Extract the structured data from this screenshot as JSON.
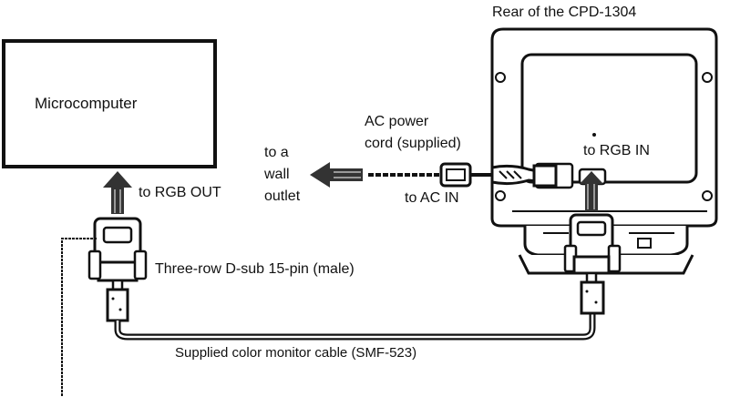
{
  "diagram": {
    "title": "Rear of the CPD-1304",
    "computer_label": "Microcomputer",
    "wall_outlet_lines": [
      "to a",
      "wall",
      "outlet"
    ],
    "power_cord_lines": [
      "AC power",
      "cord (supplied)"
    ],
    "to_ac_in": "to AC IN",
    "to_rgb_in": "to RGB IN",
    "to_rgb_out": "to RGB OUT",
    "connector_label": "Three-row D-sub 15-pin (male)",
    "cable_label": "Supplied color monitor cable (SMF-523)"
  },
  "colors": {
    "ink": "#111111",
    "fill": "#ffffff",
    "shade": "#555555"
  }
}
